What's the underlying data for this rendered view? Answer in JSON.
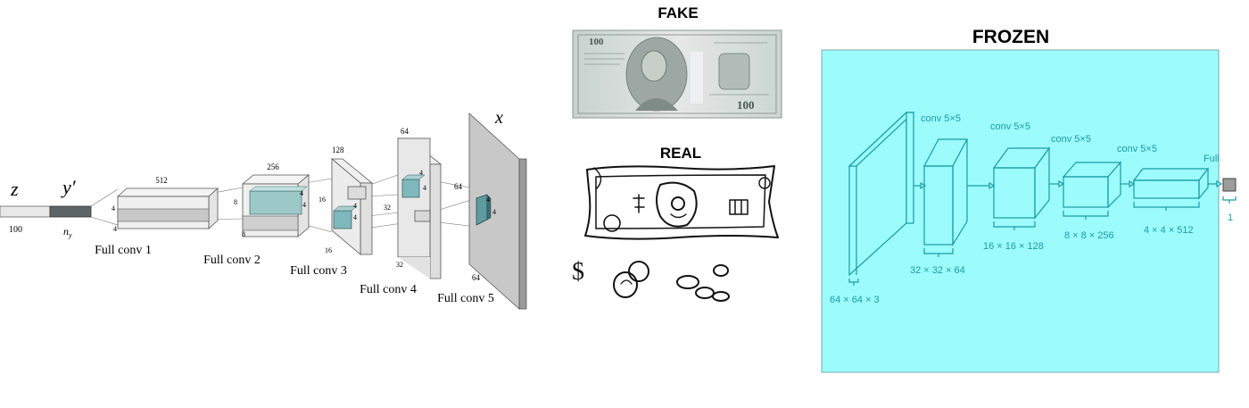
{
  "generator": {
    "z_label": "z",
    "z_dim": "100",
    "y_label": "y′",
    "y_dim_label": "n",
    "y_dim_sub": "y",
    "x_label": "x",
    "layers": [
      {
        "name": "Full conv 1",
        "channels": "512",
        "kernel_a": "4",
        "kernel_b": "4"
      },
      {
        "name": "Full conv 2",
        "channels": "256",
        "size_a": "8",
        "size_b": "8",
        "kernel_a": "4",
        "kernel_b": "4"
      },
      {
        "name": "Full conv 3",
        "channels": "128",
        "size_a": "16",
        "size_b": "16",
        "kernel_a": "4",
        "kernel_b": "4"
      },
      {
        "name": "Full conv 4",
        "channels": "64",
        "size_a": "32",
        "size_b": "32",
        "kernel_a": "4",
        "kernel_b": "4"
      },
      {
        "name": "Full conv 5",
        "size_a": "64",
        "size_b": "64",
        "kernel_a": "4",
        "kernel_b": "4"
      }
    ]
  },
  "middle": {
    "fake_title": "FAKE",
    "real_title": "REAL",
    "bill_top_text": "100",
    "bill_bottom_text": "100",
    "sketch_dollar": "$"
  },
  "discriminator": {
    "title": "FROZEN",
    "bg_color": "#9cfcfc",
    "line_color": "#1a9aa6",
    "input_size": "64 × 64 × 3",
    "layers": [
      {
        "op": "conv 5×5",
        "size": "32 × 32 × 64"
      },
      {
        "op": "conv 5×5",
        "size": "16 × 16 × 128"
      },
      {
        "op": "conv 5×5",
        "size": "8 × 8 × 256"
      },
      {
        "op": "conv 5×5",
        "size": "4 × 4 × 512"
      }
    ],
    "output_op": "Full",
    "output_size": "1"
  }
}
